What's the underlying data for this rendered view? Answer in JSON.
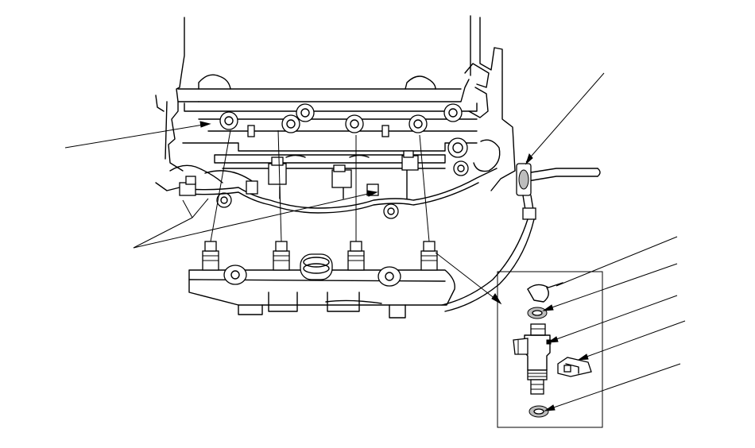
{
  "diagram": {
    "callouts": [
      {
        "id": "fuel-rail-mounting-bolt"
      },
      {
        "id": "injector-connectors"
      },
      {
        "id": "fuel-feed-hose-clamp"
      },
      {
        "id": "seal-ring"
      },
      {
        "id": "o-ring"
      },
      {
        "id": "fuel-injector"
      },
      {
        "id": "clip"
      },
      {
        "id": "lower-cushion-ring"
      }
    ],
    "injector_count": 4,
    "colors": {
      "line": "#000000",
      "background": "#ffffff",
      "shade": "#bdbdbd"
    }
  }
}
